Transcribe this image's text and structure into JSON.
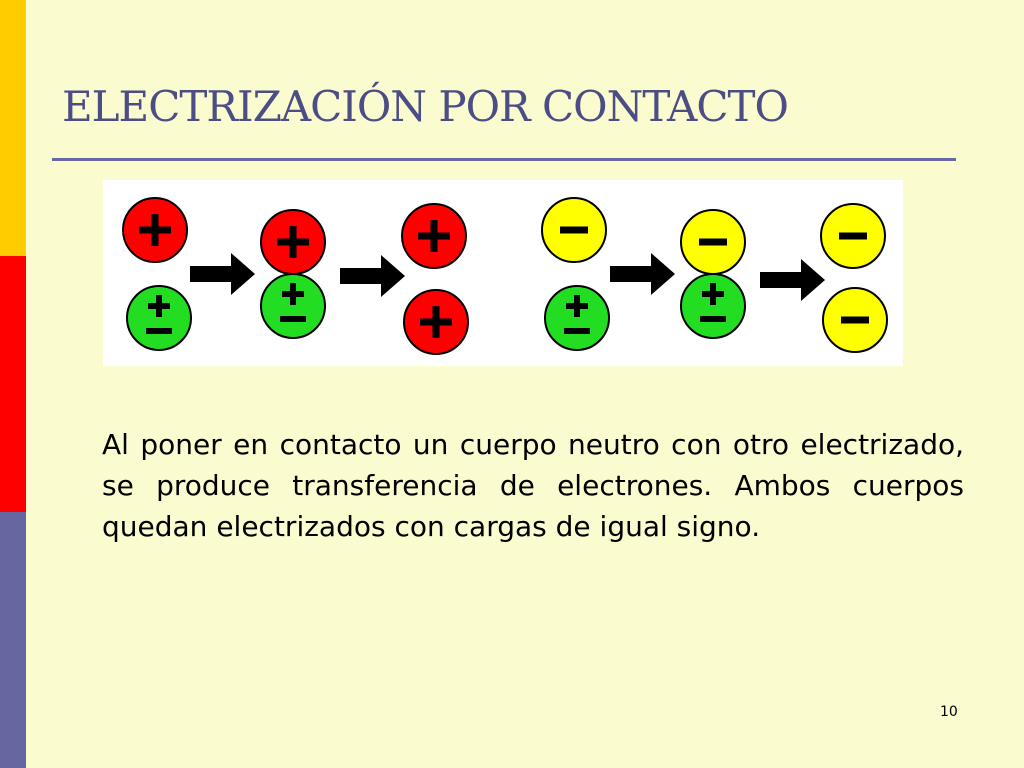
{
  "slide": {
    "title": "ELECTRIZACIÓN POR CONTACTO",
    "body": "Al poner en contacto un cuerpo neutro con otro electrizado, se produce transferencia de electrones. Ambos cuerpos quedan electrizados con cargas de igual signo.",
    "page_number": "10"
  },
  "colors": {
    "positive": "#ff0000",
    "negative": "#ffff00",
    "neutral": "#22dd22",
    "accent_bar_top": "#ffcc00",
    "accent_bar_middle": "#ff0000",
    "accent_bar_bottom": "#6666a0",
    "background": "#fafbcf"
  },
  "diagram": {
    "positive_sequence": [
      {
        "stage": "before",
        "spheres": [
          "positive",
          "neutral"
        ]
      },
      {
        "stage": "contact",
        "spheres": [
          "positive",
          "neutral"
        ]
      },
      {
        "stage": "after",
        "spheres": [
          "positive",
          "positive"
        ]
      }
    ],
    "negative_sequence": [
      {
        "stage": "before",
        "spheres": [
          "negative",
          "neutral"
        ]
      },
      {
        "stage": "contact",
        "spheres": [
          "negative",
          "neutral"
        ]
      },
      {
        "stage": "after",
        "spheres": [
          "negative",
          "negative"
        ]
      }
    ],
    "icons": [
      "plus-sign-icon",
      "minus-sign-icon",
      "plus-minus-sign-icon",
      "arrow-right-icon"
    ]
  }
}
